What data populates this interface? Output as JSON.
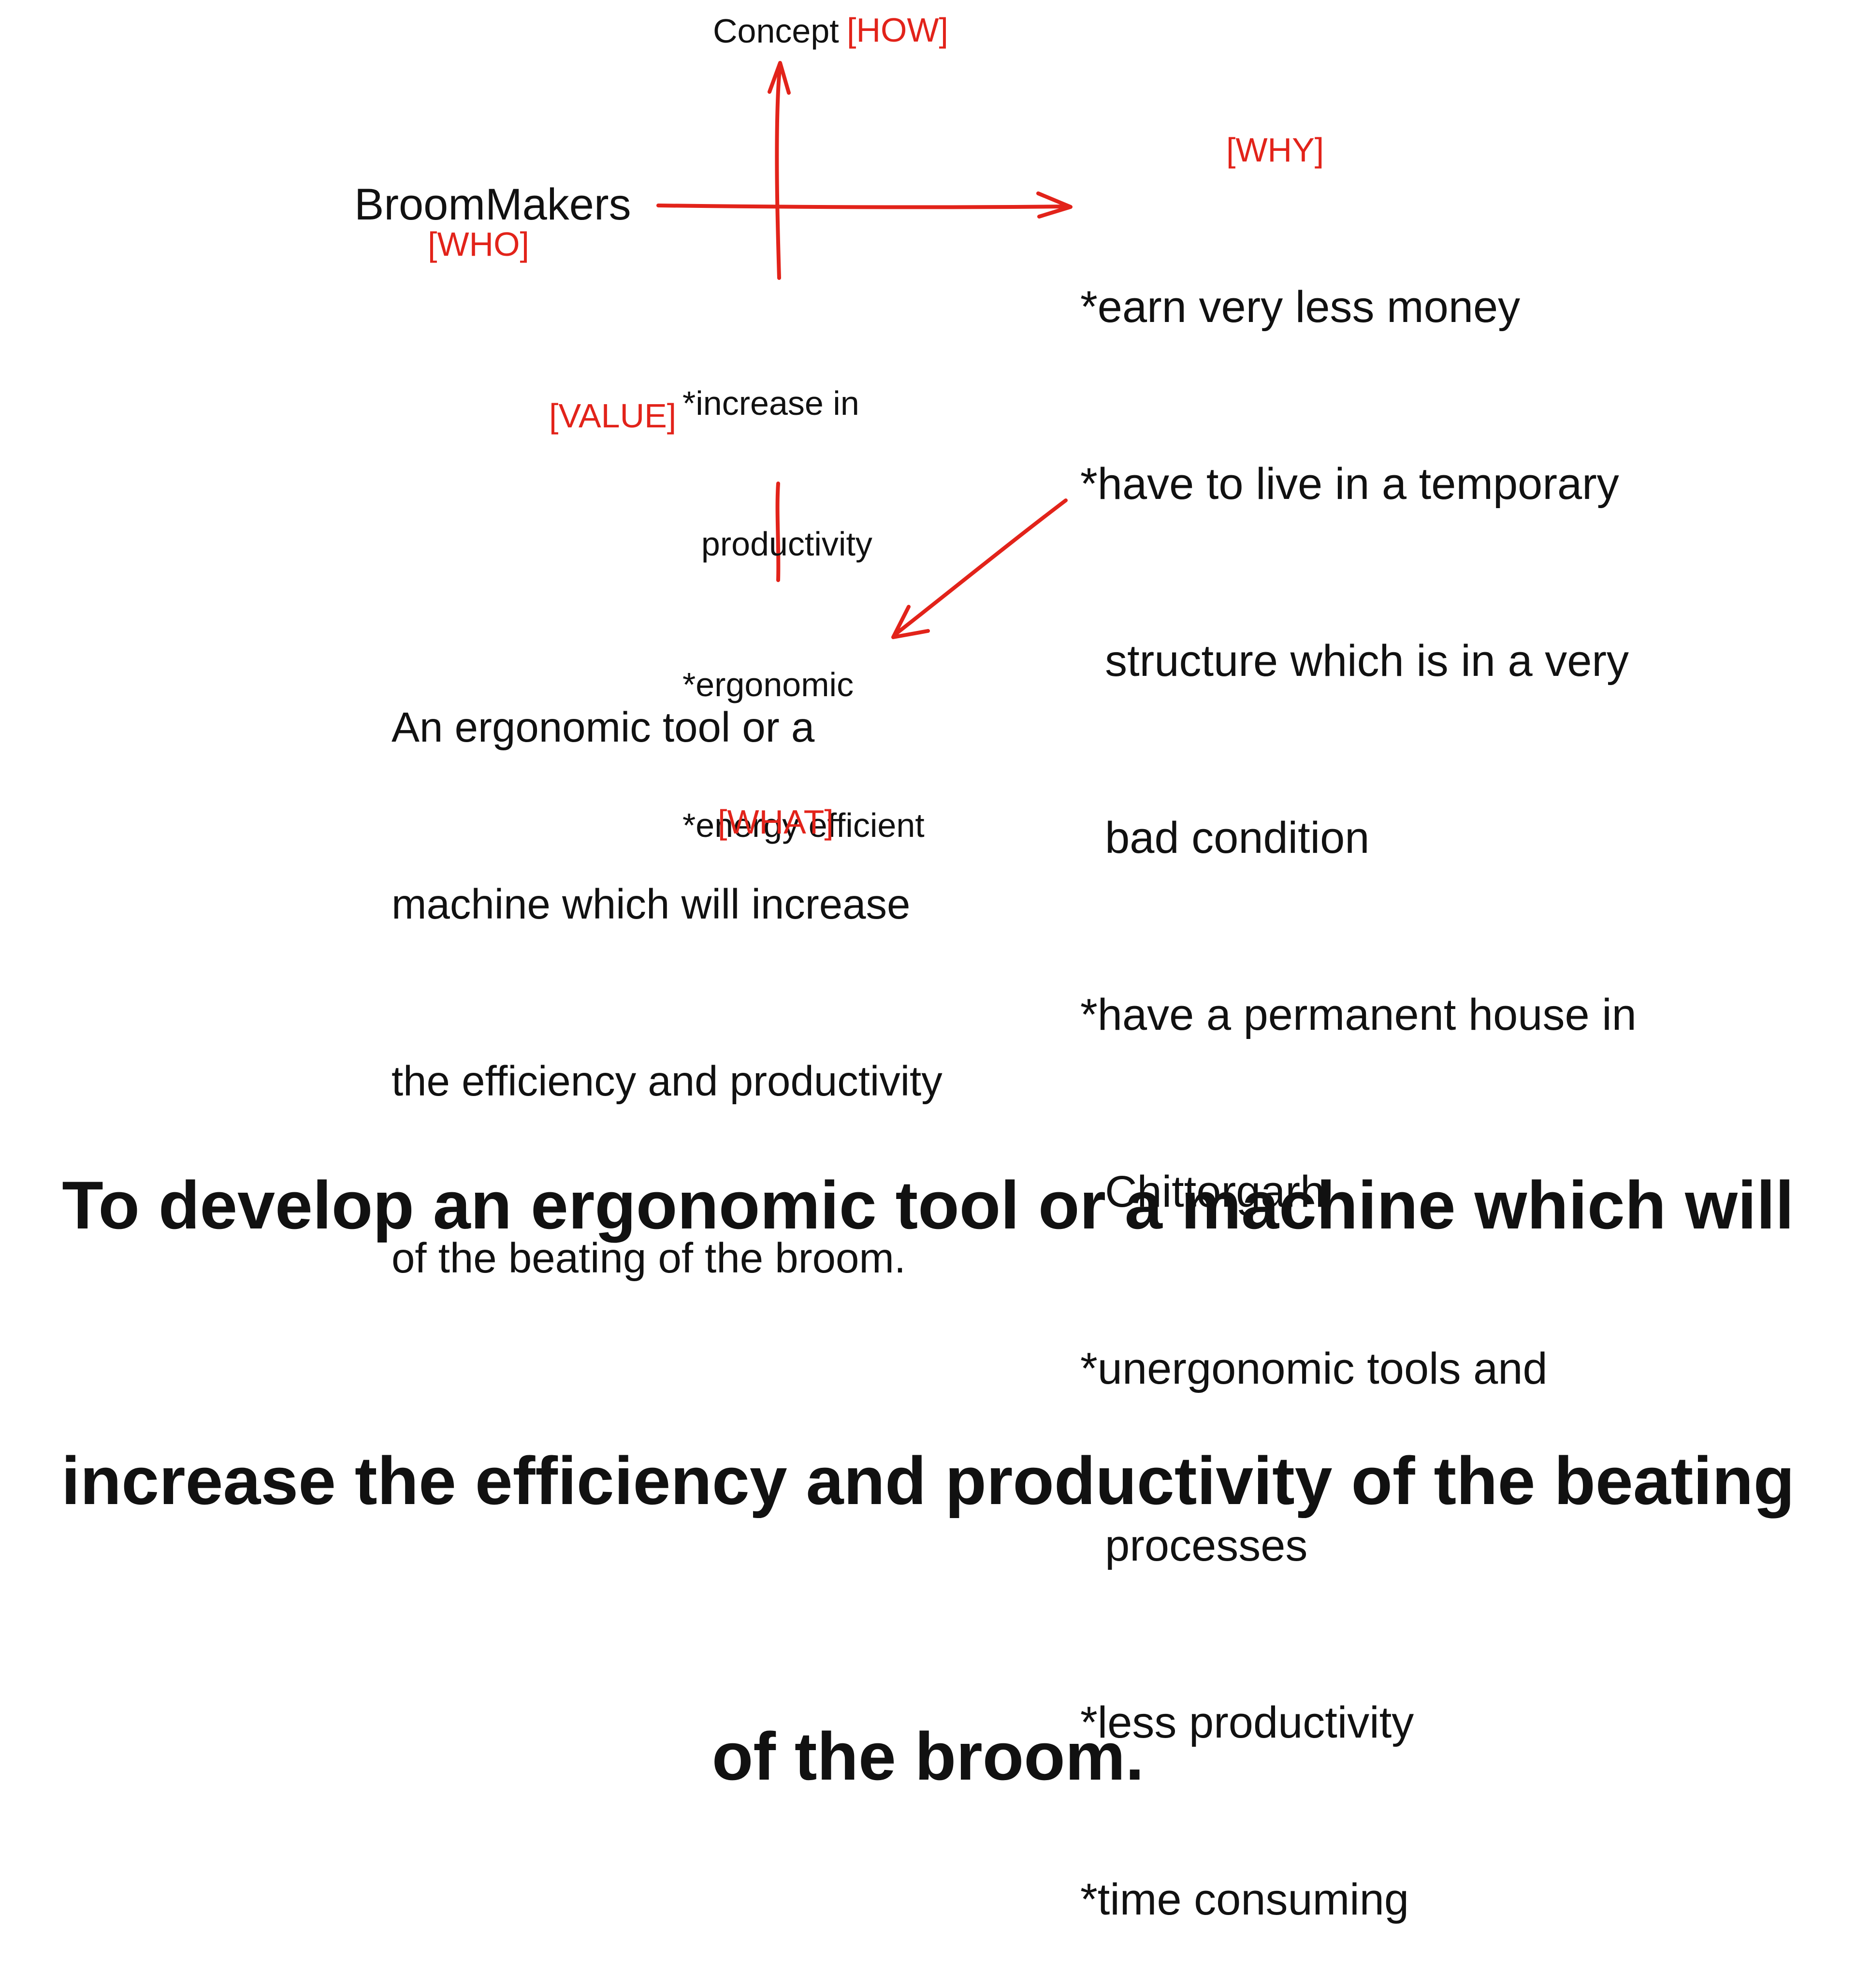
{
  "concept": {
    "label": "Concept",
    "tag": "[HOW]"
  },
  "who": {
    "label": "BroomMakers",
    "tag": "[WHO]"
  },
  "why": {
    "tag": "[WHY]",
    "items": [
      "*earn very less money",
      "*have to live in a temporary",
      "  structure which is in a very",
      "  bad condition",
      "*have a permanent house in",
      "  Chittorgarh",
      "*unergonomic tools and",
      "  processes",
      "*less productivity",
      "*time consuming"
    ]
  },
  "value": {
    "tag": "[VALUE]",
    "items": [
      "*increase in",
      "  productivity",
      "*ergonomic",
      "*energy efficient"
    ]
  },
  "what": {
    "tag": "[WHAT]",
    "lines": [
      "An ergonomic tool or a",
      "machine which will increase",
      "the efficiency and productivity",
      "of the beating of the broom."
    ]
  },
  "goal": {
    "lines": [
      "To develop an ergonomic tool or a machine which will",
      "increase the efficiency and productivity of the beating",
      "of the broom."
    ]
  },
  "colors": {
    "accent": "#e2231a",
    "text": "#111111"
  }
}
